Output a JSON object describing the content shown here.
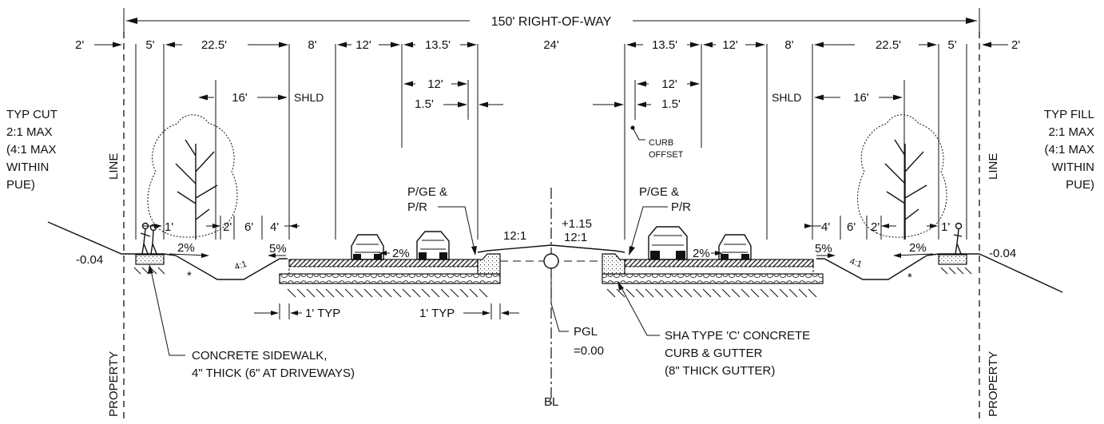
{
  "title": "150' RIGHT-OF-WAY",
  "left_labels": {
    "offset_2": "2'",
    "cut_note": [
      "TYP CUT",
      "2:1 MAX",
      "(4:1 MAX",
      "WITHIN",
      "PUE)"
    ],
    "line": "LINE",
    "property": "PROPERTY",
    "elev": "-0.04"
  },
  "right_labels": {
    "offset_2": "2'",
    "fill_note": [
      "TYP FILL",
      "2:1 MAX",
      "(4:1 MAX",
      "WITHIN",
      "PUE)"
    ],
    "line": "LINE",
    "property": "PROPERTY",
    "elev": "-0.04"
  },
  "top_dims_left": [
    "5'",
    "22.5'",
    "8'",
    "12'",
    "13.5'"
  ],
  "top_dims_right": [
    "13.5'",
    "12'",
    "8'",
    "22.5'",
    "5'"
  ],
  "median_dim": "24'",
  "sub_dims_left": {
    "tree_16": "16'",
    "shld": "SHLD",
    "lane_12": "12'",
    "offset_15": "1.5'"
  },
  "sub_dims_right": {
    "tree_16": "16'",
    "shld": "SHLD",
    "lane_12": "12'",
    "offset_15": "1.5'"
  },
  "curb_offset": [
    "CURB",
    "OFFSET"
  ],
  "pge_left": [
    "P/GE &",
    "P/R"
  ],
  "pge_right": [
    "P/GE &",
    "P/R"
  ],
  "lower_dims_left": [
    "1'",
    "2'",
    "6'",
    "4'"
  ],
  "lower_dims_right": [
    "4'",
    "6'",
    "2'",
    "1'"
  ],
  "slopes": {
    "walk_left": "2%",
    "shoulder_left": "5%",
    "ditch_left": "4:1",
    "road_left": "2%",
    "median_left": "12:1",
    "median_right": "12:1",
    "crown": "+1.15",
    "road_right": "2%",
    "shoulder_right": "5%",
    "ditch_right": "4:1",
    "walk_right": "2%"
  },
  "typ_left": "1' TYP",
  "typ_right": "1' TYP",
  "pgl": [
    "PGL",
    "=0.00"
  ],
  "baseline": "BL",
  "sidewalk_note": [
    "CONCRETE SIDEWALK,",
    "4\" THICK (6\" AT DRIVEWAYS)"
  ],
  "curb_note": [
    "SHA TYPE 'C' CONCRETE",
    "CURB & GUTTER",
    "(8\" THICK GUTTER)"
  ],
  "asterisk": "*"
}
